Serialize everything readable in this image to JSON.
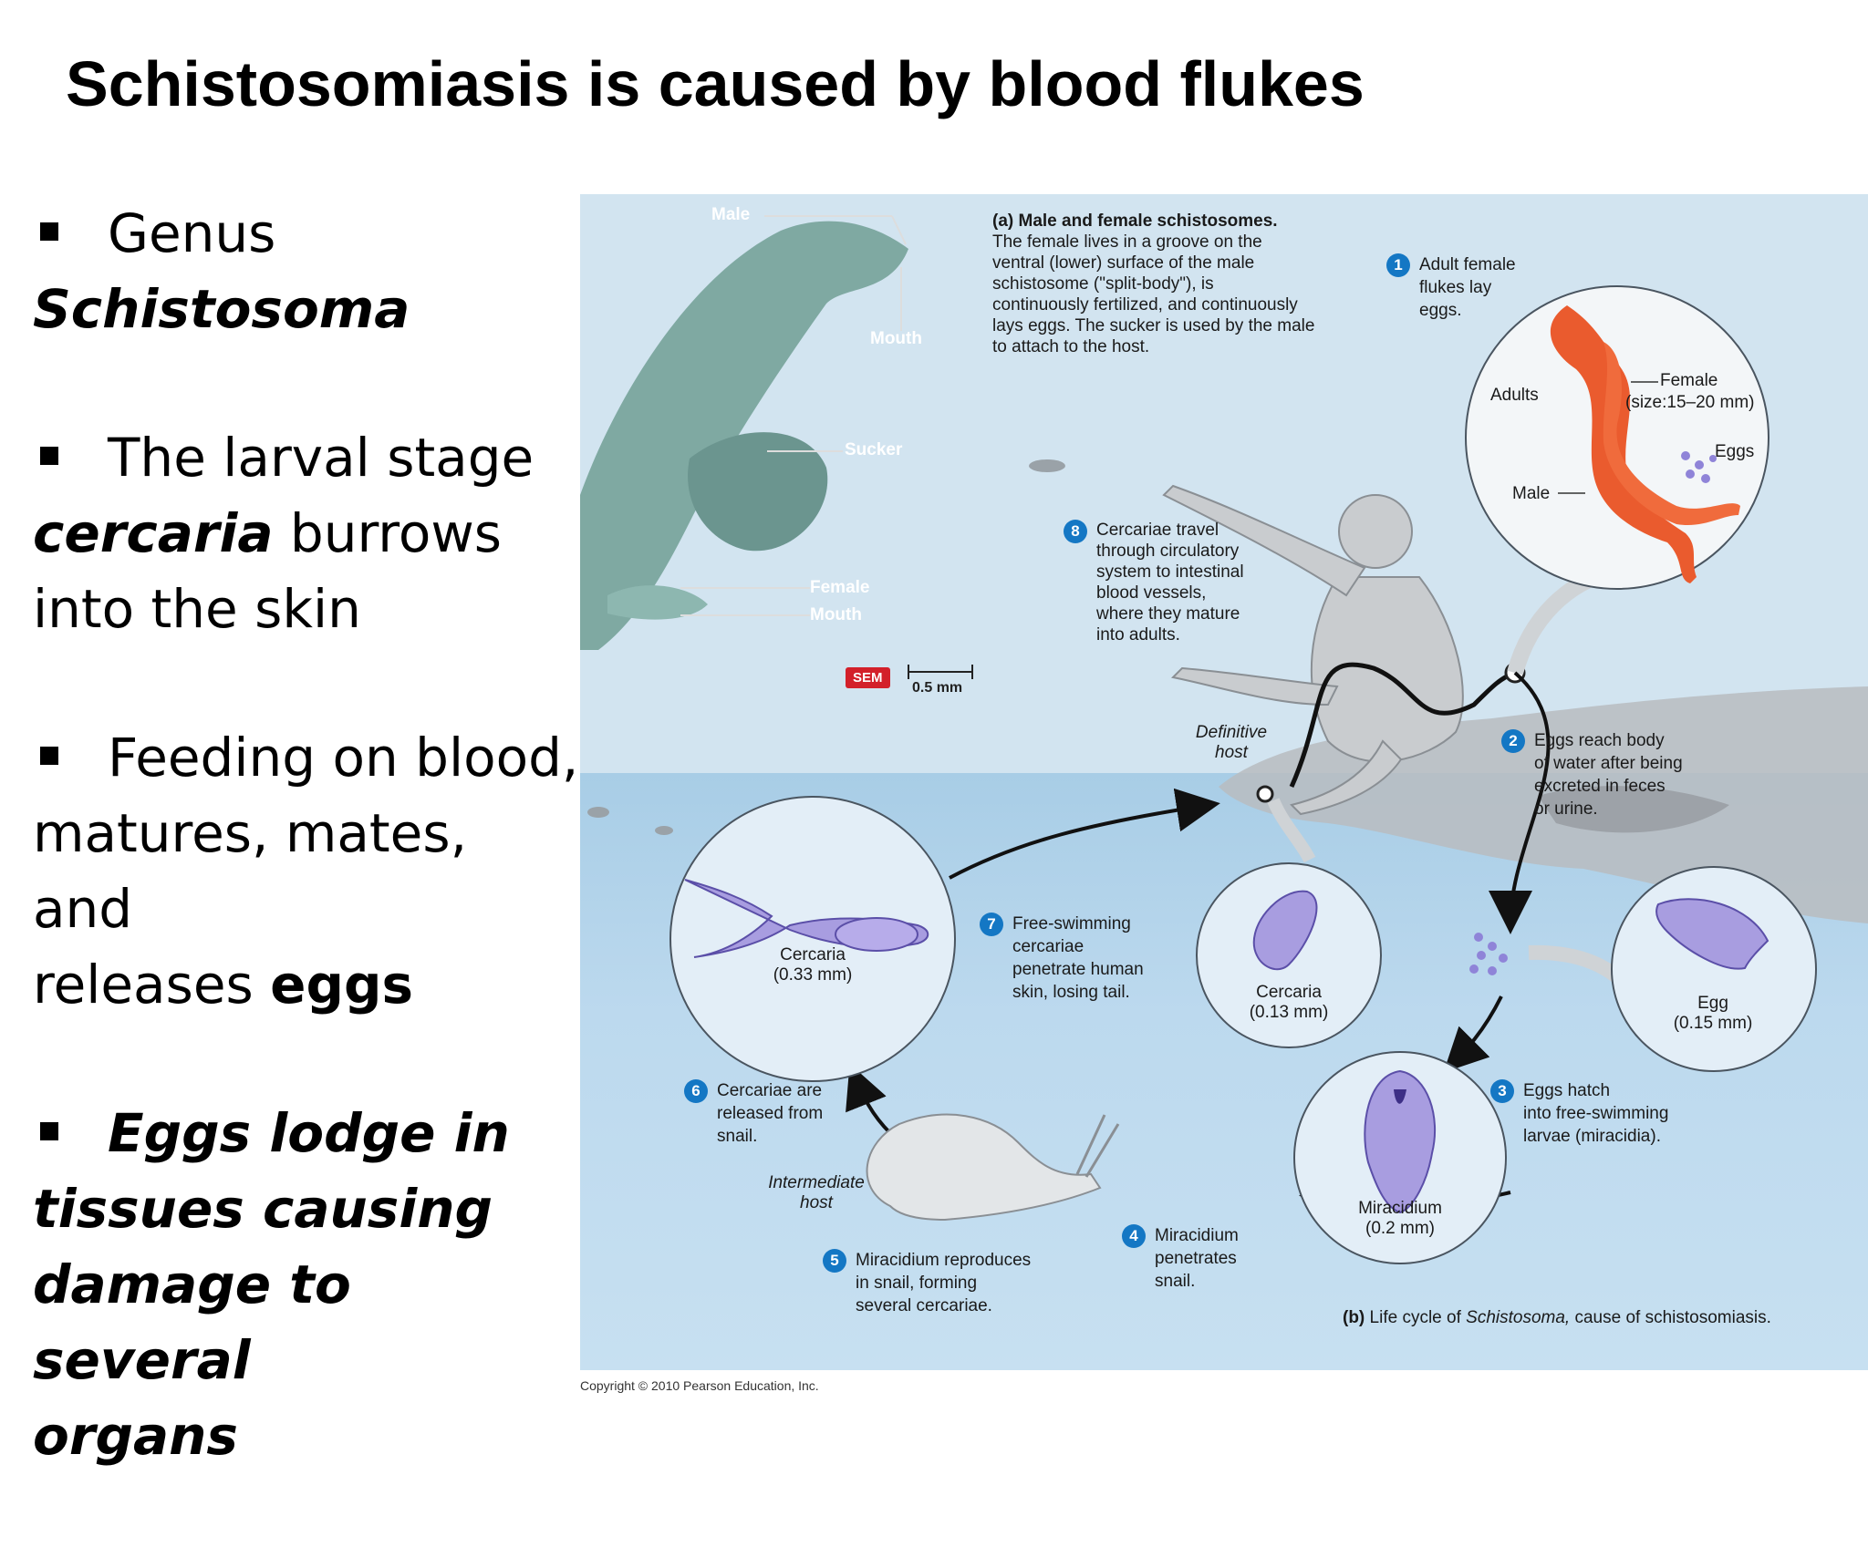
{
  "title": "Schistosomiasis is caused by blood flukes",
  "bullets": {
    "b1": {
      "a": "Genus",
      "b": "Schistosoma"
    },
    "b2": {
      "a": "The larval stage",
      "b": "cercaria",
      "c": "burrows",
      "d": "into the skin"
    },
    "b3": {
      "a": "Feeding on blood,",
      "b": "matures, mates, and",
      "c": "releases",
      "d": "eggs"
    },
    "b4": {
      "a": "Eggs lodge in",
      "b": "tissues causing",
      "c": "damage to several",
      "d": "organs"
    }
  },
  "figure": {
    "sem_labels": {
      "male": "Male",
      "mouth": "Mouth",
      "sucker": "Sucker",
      "female": "Female",
      "mouth2": "Mouth"
    },
    "sem_badge": "SEM",
    "scale": "0.5 mm",
    "caption_a": {
      "heading": "(a) Male and female schistosomes.",
      "l1": "The female lives in a groove on the",
      "l2": "ventral (lower) surface of the male",
      "l3": "schistosome (\"split-body\"), is",
      "l4": "continuously fertilized, and continuously",
      "l5": "lays eggs. The sucker is used by the male",
      "l6": "to attach to the host."
    },
    "steps": {
      "s1": {
        "n": "1",
        "l1": "Adult female",
        "l2": "flukes lay",
        "l3": "eggs."
      },
      "s2": {
        "n": "2",
        "l1": "Eggs reach body",
        "l2": "of water after being",
        "l3": "excreted in feces",
        "l4": "or urine."
      },
      "s3": {
        "n": "3",
        "l1": "Eggs hatch",
        "l2": "into free-swimming",
        "l3": "larvae (miracidia)."
      },
      "s4": {
        "n": "4",
        "l1": "Miracidium",
        "l2": "penetrates",
        "l3": "snail."
      },
      "s5": {
        "n": "5",
        "l1": "Miracidium reproduces",
        "l2": "in snail, forming",
        "l3": "several cercariae."
      },
      "s6": {
        "n": "6",
        "l1": "Cercariae are",
        "l2": "released from",
        "l3": "snail."
      },
      "s7": {
        "n": "7",
        "l1": "Free-swimming",
        "l2": "cercariae",
        "l3": "penetrate human",
        "l4": "skin, losing tail."
      },
      "s8": {
        "n": "8",
        "l1": "Cercariae travel",
        "l2": "through circulatory",
        "l3": "system to intestinal",
        "l4": "blood vessels,",
        "l5": "where they mature",
        "l6": "into adults."
      }
    },
    "adults_circle": {
      "adults": "Adults",
      "female": "Female",
      "size": "(size:15–20 mm)",
      "eggs": "Eggs",
      "male": "Male"
    },
    "definitive_host": {
      "l1": "Definitive",
      "l2": "host"
    },
    "intermediate_host": {
      "l1": "Intermediate",
      "l2": "host"
    },
    "cercaria_large": {
      "name": "Cercaria",
      "size": "(0.33 mm)"
    },
    "cercaria_small": {
      "name": "Cercaria",
      "size": "(0.13 mm)"
    },
    "egg": {
      "name": "Egg",
      "size": "(0.15 mm)"
    },
    "miracidium": {
      "name": "Miracidium",
      "size": "(0.2 mm)"
    },
    "caption_b": {
      "a": "(b)",
      "b": "Life cycle of",
      "c": "Schistosoma,",
      "d": "cause of schistosomiasis."
    },
    "colors": {
      "step_badge": "#1477c4",
      "adult_fluke": "#ea5b2e",
      "larva": "#8e7fd1",
      "sem_bg": "#151818"
    }
  },
  "copyright": "Copyright © 2010 Pearson Education, Inc."
}
